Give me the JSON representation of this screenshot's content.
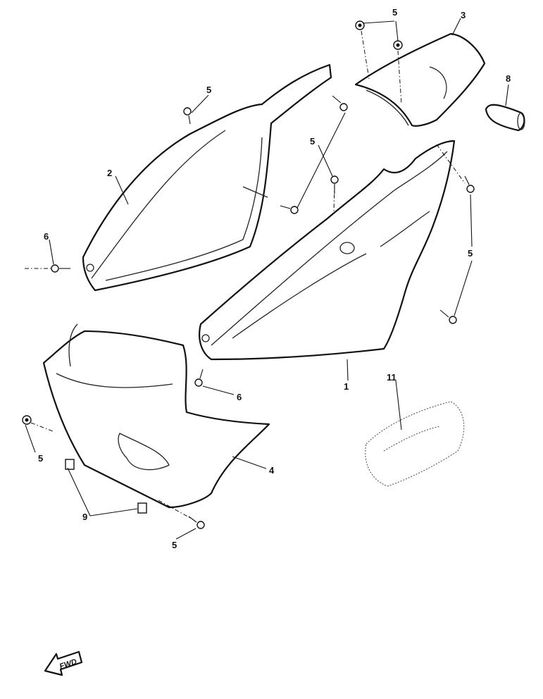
{
  "callouts": {
    "c1": "1",
    "c2": "2",
    "c3": "3",
    "c4": "4",
    "c5a": "5",
    "c5b": "5",
    "c5c": "5",
    "c5d": "5",
    "c5e": "5",
    "c5f": "5",
    "c6a": "6",
    "c6b": "6",
    "c8": "8",
    "c9": "9",
    "c11": "11"
  },
  "fwd_label": "FWD"
}
